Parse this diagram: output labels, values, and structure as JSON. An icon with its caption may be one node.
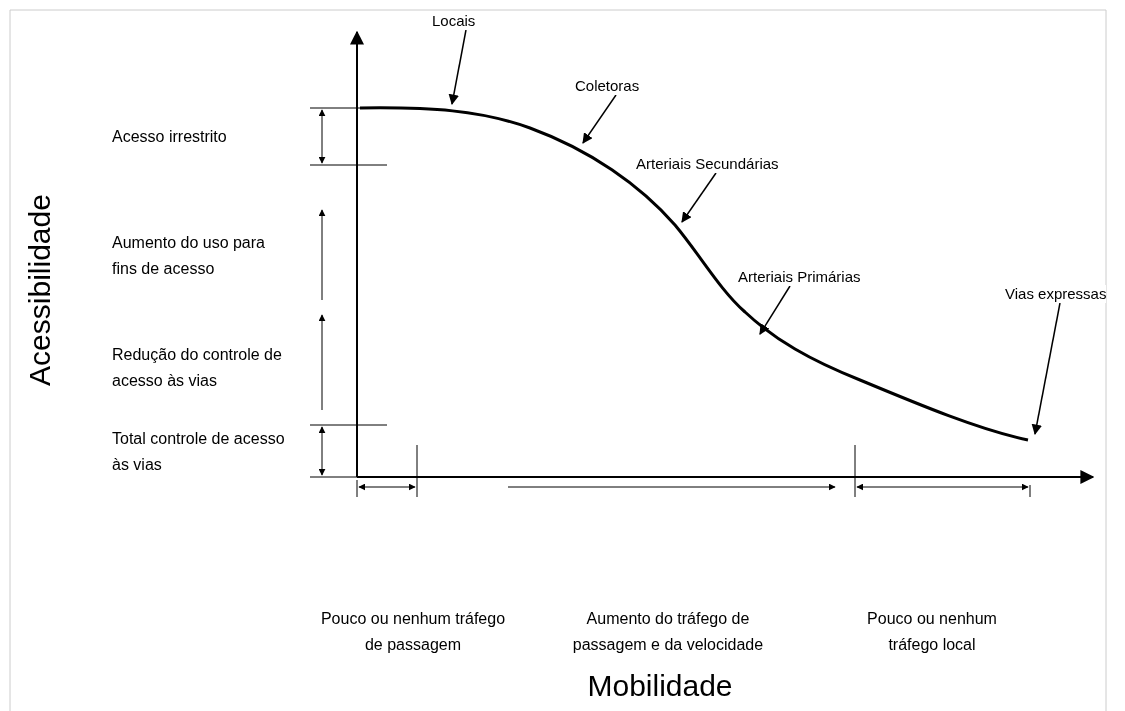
{
  "diagram": {
    "nodes": [
      {
        "text": [
          "Locais"
        ]
      },
      {
        "text": [
          "Coletoras"
        ]
      },
      {
        "text": [
          "Arteriais Secundárias"
        ]
      },
      {
        "text": [
          "Arteriais Primárias"
        ]
      },
      {
        "text": [
          "Vias expressas"
        ]
      }
    ],
    "edges": [
      {
        "from": 0,
        "to": null,
        "arrow": "to"
      },
      {
        "from": 1,
        "to": null,
        "arrow": "to"
      },
      {
        "from": 2,
        "to": null,
        "arrow": "to"
      },
      {
        "from": 3,
        "to": null,
        "arrow": "to"
      },
      {
        "from": 4,
        "to": null,
        "arrow": "to"
      }
    ],
    "labels": [
      "Acessibilidade",
      "Acesso irrestrito",
      "Aumento do uso para fins de acesso",
      "Redução do controle de acesso às vias",
      "Total controle de acesso às vias",
      "Pouco ou nenhum tráfego de passagem",
      "Aumento do tráfego de passagem e da velocidade",
      "Pouco ou nenhum tráfego local",
      "Mobilidade"
    ]
  }
}
